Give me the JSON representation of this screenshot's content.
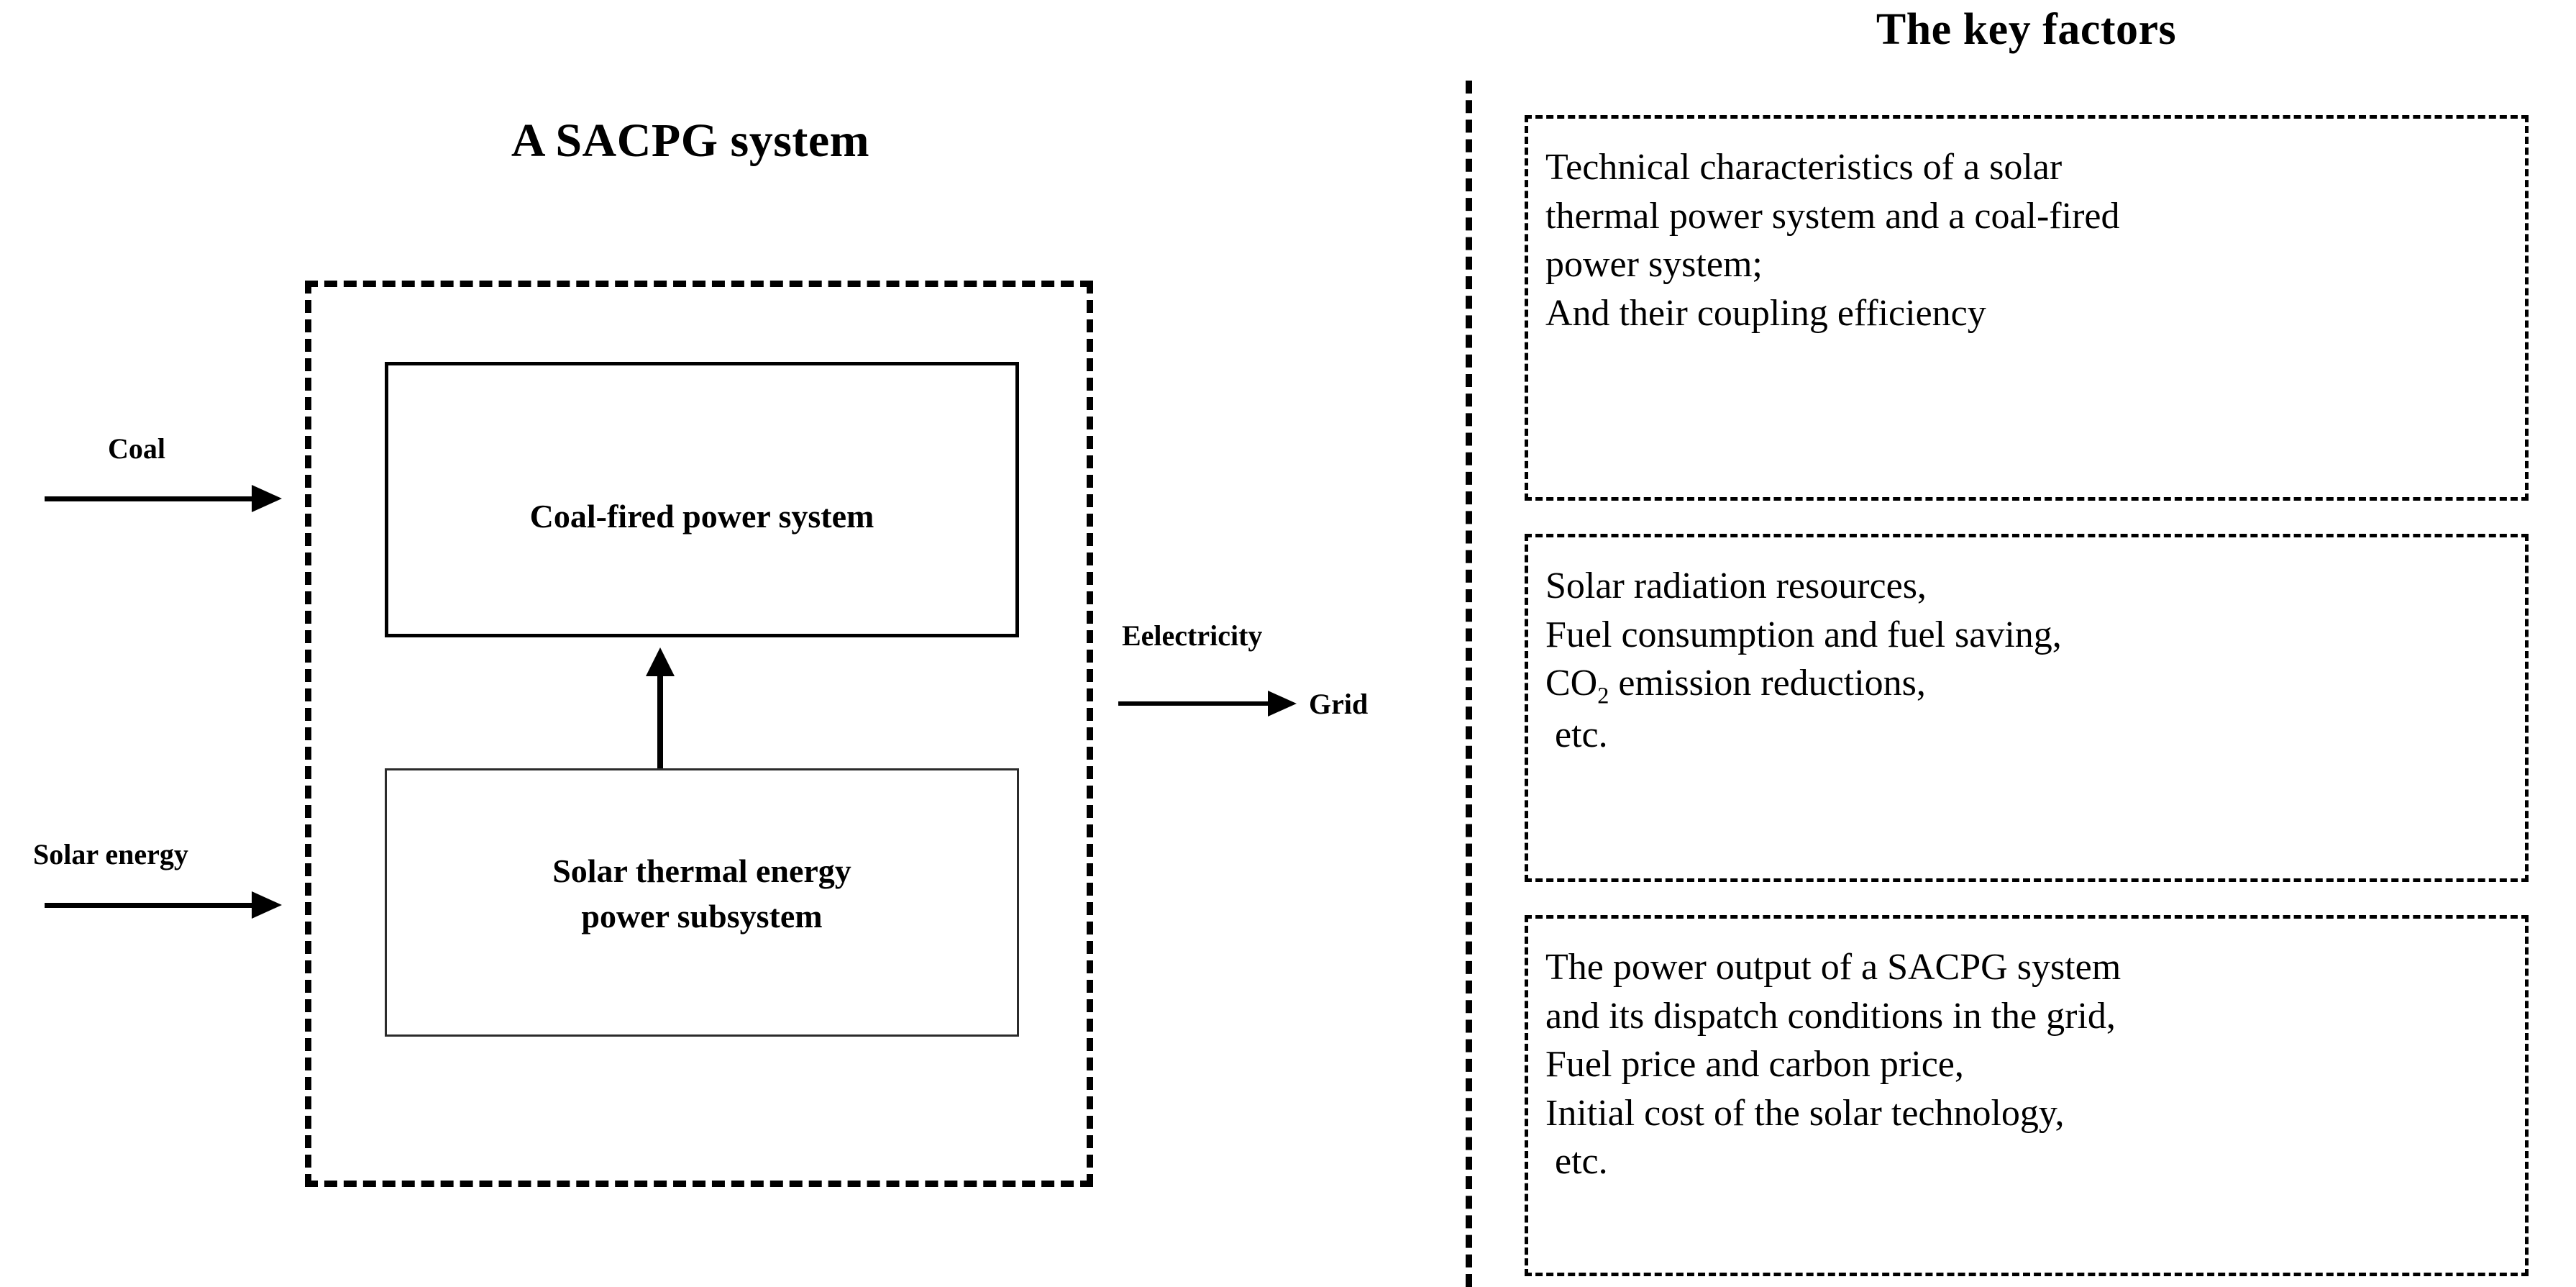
{
  "diagram": {
    "left_panel": {
      "title": "A SACPG system",
      "inputs": [
        {
          "label": "Coal",
          "arrow": "right-arrow-icon"
        },
        {
          "label": "Solar energy",
          "arrow": "right-arrow-icon"
        }
      ],
      "blocks": [
        {
          "name": "coal-fired-power-system",
          "label": "Coal-fired power system"
        },
        {
          "name": "solar-thermal-energy-power-subsystem",
          "label_line1": "Solar  thermal energy",
          "label_line2": "power subsystem"
        }
      ],
      "coupling_arrow": "up-arrow-icon",
      "output": {
        "label": "Eelectricity",
        "arrow": "right-arrow-icon",
        "target": "Grid"
      }
    },
    "right_panel": {
      "title": "The key factors",
      "boxes": [
        {
          "name": "key-factor-technical",
          "lines": [
            "Technical characteristics of a solar",
            "thermal power system and a coal-fired",
            "power system;",
            "And their coupling efficiency"
          ]
        },
        {
          "name": "key-factor-resources",
          "lines": [
            "Solar radiation resources,",
            "Fuel consumption and fuel saving,",
            "CO2 emission reductions,",
            " etc."
          ],
          "line3_prefix": "CO",
          "line3_subscript": "2",
          "line3_suffix": " emission reductions,"
        },
        {
          "name": "key-factor-economics",
          "lines": [
            "The power output of a SACPG system",
            "and its dispatch conditions in the grid,",
            "Fuel price and carbon price,",
            "Initial cost of the solar technology,",
            " etc."
          ]
        }
      ]
    },
    "colors": {
      "stroke": "#000000",
      "background": "#ffffff"
    }
  }
}
